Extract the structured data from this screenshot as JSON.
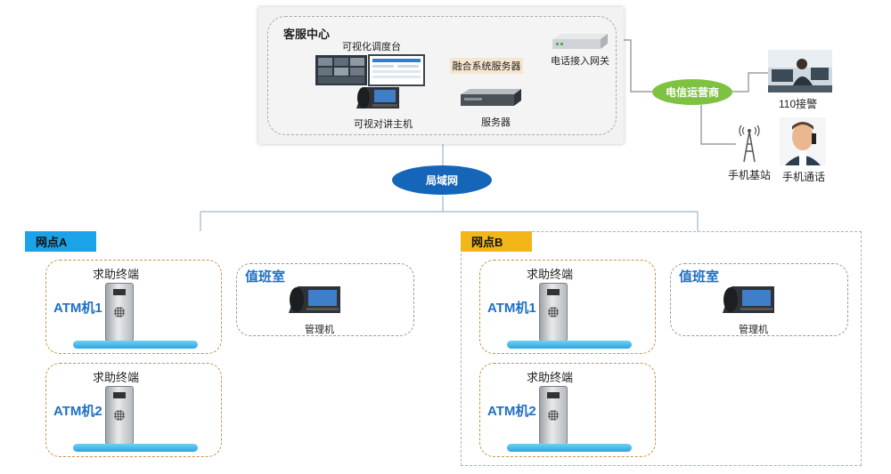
{
  "customer_center": {
    "title": "客服中心",
    "dispatch_label": "可视化调度台",
    "intercom_host_label": "可视对讲主机",
    "fusion_server_label": "融合系统服务器",
    "server_label": "服务器",
    "gateway_label": "电话接入网关"
  },
  "telecom": {
    "label": "电信运营商"
  },
  "external": {
    "police_label": "110接警",
    "base_station_label": "手机基站",
    "mobile_call_label": "手机通话"
  },
  "lan": {
    "label": "局域网"
  },
  "sites": [
    {
      "tag": "网点A",
      "terminals": [
        {
          "title": "求助终端",
          "atm": "ATM机1"
        },
        {
          "title": "求助终端",
          "atm": "ATM机2"
        }
      ],
      "duty_room": {
        "title": "值班室",
        "device_label": "管理机"
      }
    },
    {
      "tag": "网点B",
      "terminals": [
        {
          "title": "求助终端",
          "atm": "ATM机1"
        },
        {
          "title": "求助终端",
          "atm": "ATM机2"
        }
      ],
      "duty_room": {
        "title": "值班室",
        "device_label": "管理机"
      }
    }
  ],
  "colors": {
    "lan_ellipse": "#1565b8",
    "telecom_ellipse": "#7ec242",
    "site_a_tag": "#1aa3e8",
    "site_b_tag": "#f2b619",
    "atm_text": "#1f6fc4",
    "pipe": "#2aa6e0"
  }
}
